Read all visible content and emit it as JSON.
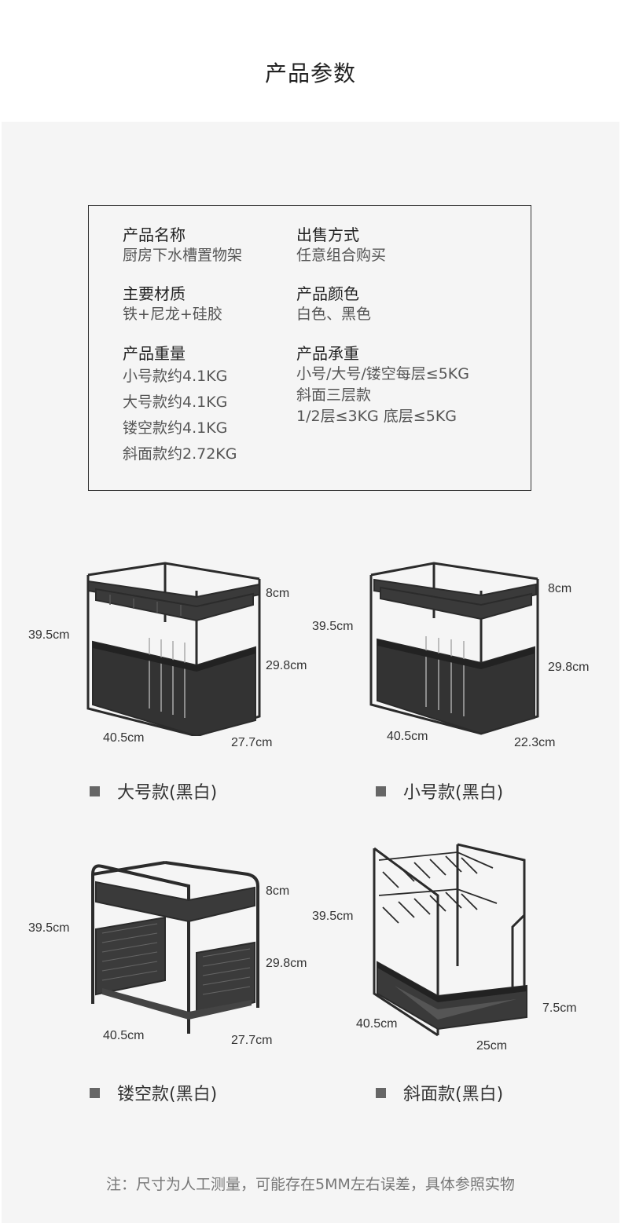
{
  "page_title": "产品参数",
  "specs": {
    "name": {
      "label": "产品名称",
      "value": "厨房下水槽置物架"
    },
    "sale": {
      "label": "出售方式",
      "value": "任意组合购买"
    },
    "material": {
      "label": "主要材质",
      "value": "铁+尼龙+硅胶"
    },
    "color": {
      "label": "产品颜色",
      "value": "白色、黑色"
    },
    "weight": {
      "label": "产品重量",
      "values": [
        "小号款约4.1KG",
        "大号款约4.1KG",
        "镂空款约4.1KG",
        "斜面款约2.72KG"
      ]
    },
    "load": {
      "label": "产品承重",
      "values": [
        "小号/大号/镂空每层≤5KG",
        "斜面三层款",
        "1/2层≤3KG 底层≤5KG"
      ]
    }
  },
  "products": [
    {
      "caption": "大号款(黑白)",
      "height": "39.5cm",
      "top": "8cm",
      "lower": "29.8cm",
      "width": "40.5cm",
      "depth": "27.7cm"
    },
    {
      "caption": "小号款(黑白)",
      "height": "39.5cm",
      "top": "8cm",
      "lower": "29.8cm",
      "width": "40.5cm",
      "depth": "22.3cm"
    },
    {
      "caption": "镂空款(黑白)",
      "height": "39.5cm",
      "top": "8cm",
      "lower": "29.8cm",
      "width": "40.5cm",
      "depth": "27.7cm"
    },
    {
      "caption": "斜面款(黑白)",
      "height": "39.5cm",
      "bottom": "7.5cm",
      "width": "40.5cm",
      "depth": "25cm"
    }
  ],
  "note": "注：尺寸为人工测量，可能存在5MM左右误差，具体参照实物",
  "colors": {
    "frame": "#2b2b2b",
    "basket": "#3a3a3a",
    "panel_bg": "#f5f5f5",
    "caption_square": "#666666"
  }
}
